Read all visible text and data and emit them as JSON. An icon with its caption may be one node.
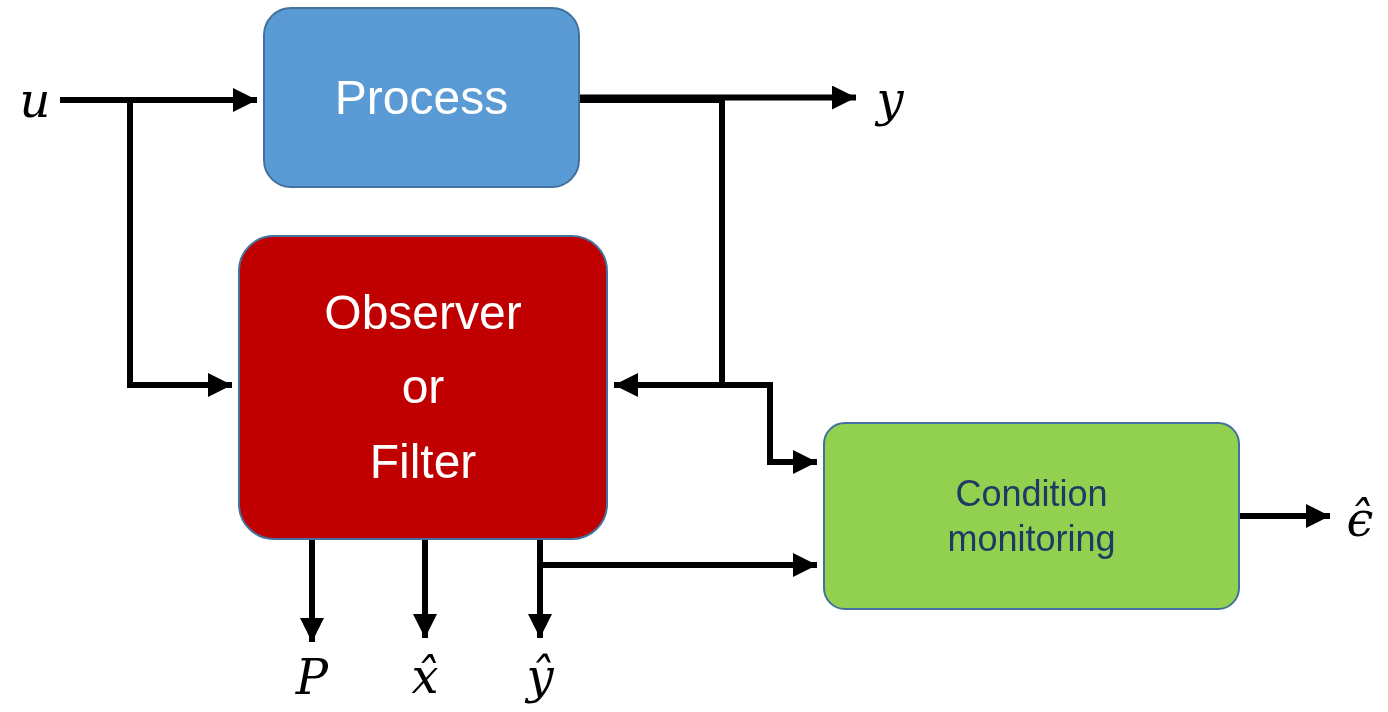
{
  "diagram": {
    "nodes": [
      {
        "text": [
          "u"
        ]
      },
      {
        "text": [
          "Process"
        ]
      },
      {
        "text": [
          "y"
        ]
      },
      {
        "text": [
          "Observer or Filter"
        ]
      },
      {
        "text": [
          "Condition monitoring"
        ]
      },
      {
        "text": [
          "ϵ̂"
        ]
      },
      {
        "text": [
          "P"
        ]
      },
      {
        "text": [
          "x̂"
        ]
      },
      {
        "text": [
          "ŷ"
        ]
      }
    ],
    "edges": [
      {
        "from": 0,
        "to": 1,
        "arrow": "to"
      },
      {
        "from": 0,
        "to": 3,
        "arrow": "to"
      },
      {
        "from": 1,
        "to": 2,
        "arrow": "to"
      },
      {
        "from": 1,
        "to": 3,
        "arrow": "to"
      },
      {
        "from": 1,
        "to": 4,
        "arrow": "to"
      },
      {
        "from": 3,
        "to": 6,
        "arrow": "to"
      },
      {
        "from": 3,
        "to": 7,
        "arrow": "to"
      },
      {
        "from": 3,
        "to": 8,
        "arrow": "to"
      },
      {
        "from": 3,
        "to": 4,
        "arrow": "to"
      },
      {
        "from": 4,
        "to": 5,
        "arrow": "to"
      }
    ]
  }
}
